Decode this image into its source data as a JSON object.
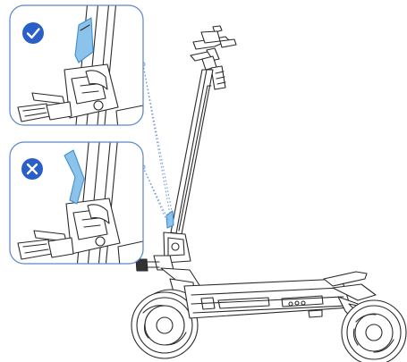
{
  "panels": [
    {
      "id": "correct",
      "status": "correct",
      "icon": "check-icon",
      "color": "#2a5fc7"
    },
    {
      "id": "incorrect",
      "status": "incorrect",
      "icon": "cross-icon",
      "color": "#2a5fc7"
    }
  ],
  "colors": {
    "line": "#2a2a2a",
    "panel_border": "#5b86c9",
    "callout_dots": "#6f9ad8",
    "highlight_fill": "#8cc3ea",
    "highlight_stroke": "#3f8fd0",
    "badge": "#2a5fc7"
  }
}
